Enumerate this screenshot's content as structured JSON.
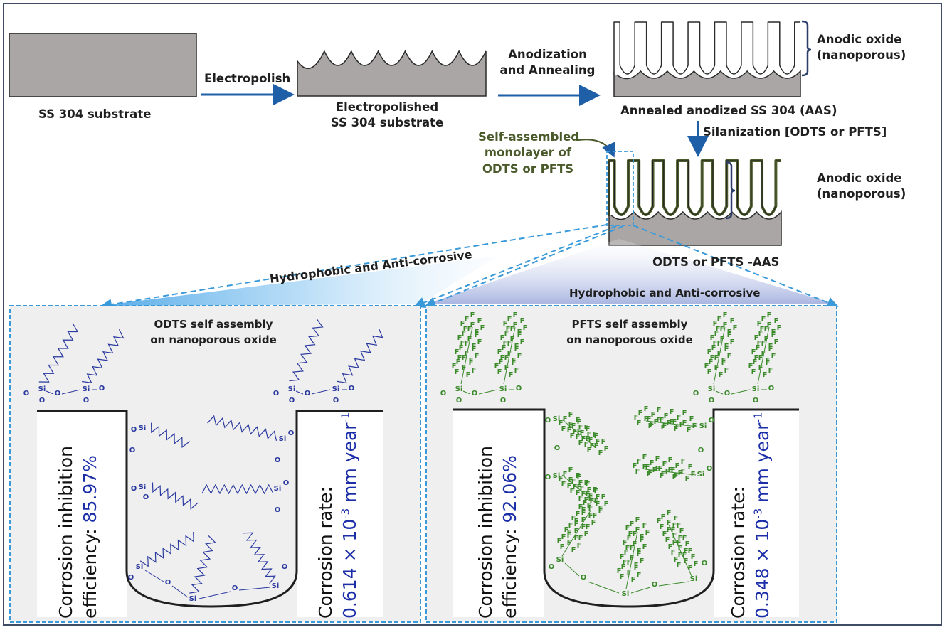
{
  "figure": {
    "steps": {
      "substrate_label": "SS 304 substrate",
      "electropolish_arrow": "Electropolish",
      "electropolished_label_line1": "Electropolished",
      "electropolished_label_line2": "SS 304 substrate",
      "anodization_arrow_line1": "Anodization",
      "anodization_arrow_line2": "and Annealing",
      "aas_label": "Annealed anodized SS 304 (AAS)",
      "anodic_oxide_line1": "Anodic oxide",
      "anodic_oxide_line2": "(nanoporous)",
      "silanization_arrow": "Silanization [ODTS or PFTS]",
      "sam_callout_line1": "Self-assembled",
      "sam_callout_line2": "monolayer of",
      "sam_callout_line3": "ODTS or PFTS",
      "anodic_oxide2_line1": "Anodic oxide",
      "anodic_oxide2_line2": "(nanoporous)",
      "silanized_label": "ODTS or PFTS -AAS"
    },
    "banners": {
      "left": "Hydrophobic and Anti-corrosive",
      "right": "Hydrophobic and Anti-corrosive"
    },
    "panels": [
      {
        "title_line1": "ODTS self assembly",
        "title_line2": "on nanoporous oxide",
        "efficiency_label_line1": "Corrosion inhibition",
        "efficiency_label_line2": "efficiency: ",
        "efficiency_value": "85.97%",
        "rate_label": "Corrosion rate:",
        "rate_value_mantissa": "0.614 × 10",
        "rate_value_exp": "-3",
        "rate_value_unit": " mm year",
        "rate_value_unit_exp": "-1",
        "atom_si": "Si",
        "atom_o": "O",
        "molecule_color": "#2b3aa0"
      },
      {
        "title_line1": "PFTS self assembly",
        "title_line2": "on nanoporous oxide",
        "efficiency_label_line1": "Corrosion inhibition",
        "efficiency_label_line2": "efficiency: ",
        "efficiency_value": "92.06%",
        "rate_label": "Corrosion rate:",
        "rate_value_mantissa": "0.348 × 10",
        "rate_value_exp": "-3",
        "rate_value_unit": "  mm year",
        "rate_value_unit_exp": "-1",
        "atom_si": "Si",
        "atom_o": "O",
        "atom_f": "F",
        "molecule_color": "#3a8a2a"
      }
    ],
    "colors": {
      "substrate": "#a9a6a5",
      "arrow": "#1f5fa8",
      "sam_layer": "#4a5a2a",
      "dashed": "#3a9ad9",
      "value_text": "#1b2ea8"
    }
  }
}
